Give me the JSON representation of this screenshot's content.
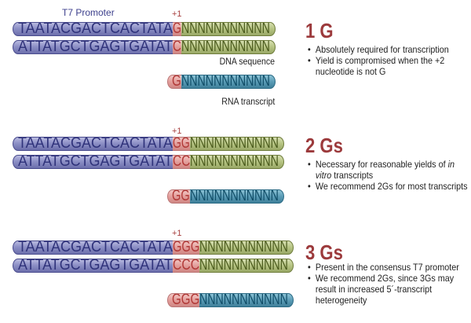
{
  "labels": {
    "promoter": "T7 Promoter",
    "plus_one": "+1",
    "dna": "DNA sequence",
    "rna": "RNA transcript"
  },
  "panels": [
    {
      "heading": "1 G",
      "top": {
        "promoter": "TAATACGACTCACTATA",
        "plus": "G",
        "n": "NNNNNNNNNNN"
      },
      "bottom": {
        "promoter": "ATTATGCTGAGTGATAT",
        "plus": "C",
        "n": "NNNNNNNNNNN"
      },
      "rna": {
        "plus": "G",
        "n": "NNNNNNNNNNN"
      },
      "bullets": [
        {
          "text": "Absolutely required for transcription"
        },
        {
          "text": "Yield is compromised when the +2 nucleotide is not G"
        }
      ]
    },
    {
      "heading": "2 Gs",
      "top": {
        "promoter": "TAATACGACTCACTATA",
        "plus": "GG",
        "n": "NNNNNNNNNNN"
      },
      "bottom": {
        "promoter": "ATTATGCTGAGTGATAT",
        "plus": "CC",
        "n": "NNNNNNNNNNN"
      },
      "rna": {
        "plus": "GG",
        "n": "NNNNNNNNNNN"
      },
      "bullets": [
        {
          "pre": "Necessary for reasonable yields of ",
          "em": "in vitro",
          "post": " transcripts"
        },
        {
          "text": "We recommend 2Gs for most transcripts"
        }
      ]
    },
    {
      "heading": "3 Gs",
      "top": {
        "promoter": "TAATACGACTCACTATA",
        "plus": "GGG",
        "n": "NNNNNNNNNNN"
      },
      "bottom": {
        "promoter": "ATTATGCTGAGTGATAT",
        "plus": "CCC",
        "n": "NNNNNNNNNNN"
      },
      "rna": {
        "plus": "GGG",
        "n": "NNNNNNNNNNN"
      },
      "bullets": [
        {
          "text": "Present in the consensus T7 promoter"
        },
        {
          "text": "We recommend 2Gs, since 3Gs may result in increased 5´-transcript heterogeneity"
        }
      ]
    }
  ],
  "colors": {
    "heading": "#9c3a3c",
    "promoter": "#8d90c6",
    "plus": "#e39e9b",
    "dna_n": "#b5c382",
    "rna_n": "#5a9cb6"
  }
}
